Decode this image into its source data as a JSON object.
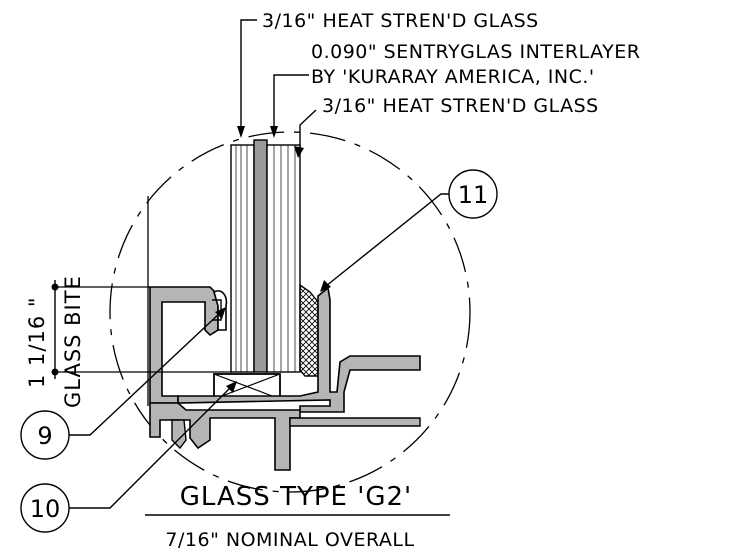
{
  "labels": {
    "outer_glass_top": "3/16\" HEAT STREN'D GLASS",
    "interlayer_line1": "0.090\" SENTRYGLAS INTERLAYER",
    "interlayer_line2": "BY 'KURARAY AMERICA, INC.'",
    "inner_glass": "3/16\" HEAT STREN'D GLASS",
    "bite_value": "1 1/16 \"",
    "bite_label": "GLASS BITE"
  },
  "callouts": [
    {
      "number": "11"
    },
    {
      "number": "9"
    },
    {
      "number": "10"
    }
  ],
  "title": {
    "main": "GLASS TYPE 'G2'",
    "sub": "7/16\" NOMINAL OVERALL"
  }
}
